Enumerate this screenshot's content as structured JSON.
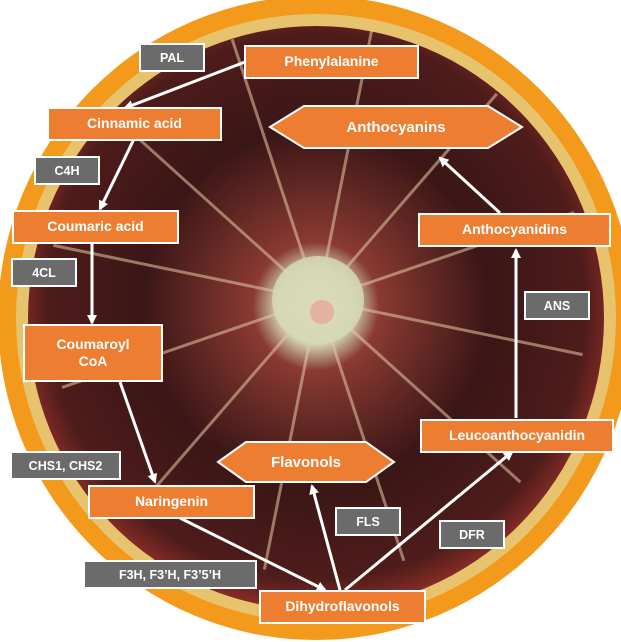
{
  "photo": {
    "subject": "blood orange cross-section",
    "colors": {
      "rind": "#f39a1c",
      "pith": "#e7c36d",
      "flesh_dark": "#3a1616",
      "flesh_mid": "#6a2a26",
      "flesh_red": "#c8453e",
      "core": "#cfd2b0",
      "background": "#ffffff"
    }
  },
  "metabolites": {
    "phenylalanine": "Phenylalanine",
    "cinnamic_acid": "Cinnamic acid",
    "coumaric_acid": "Coumaric acid",
    "coumaroyl_coa": "Coumaroyl\nCoA",
    "naringenin": "Naringenin",
    "dihydroflavonols": "Dihydroflavonols",
    "leucoanthocyanidin": "Leucoanthocyanidin",
    "anthocyanidins": "Anthocyanidins"
  },
  "end_products": {
    "anthocyanins": "Anthocyanins",
    "flavonols": "Flavonols"
  },
  "enzymes": {
    "pal": "PAL",
    "c4h": "C4H",
    "four_cl": "4CL",
    "chs": "CHS1, CHS2",
    "f3h": "F3H, F3’H, F3’5’H",
    "fls": "FLS",
    "dfr": "DFR",
    "ans": "ANS"
  },
  "style": {
    "metabolite_fill": "#ed7d31",
    "enzyme_fill": "#6b6b6b",
    "border": "#ffffff",
    "arrow": "#ffffff"
  }
}
